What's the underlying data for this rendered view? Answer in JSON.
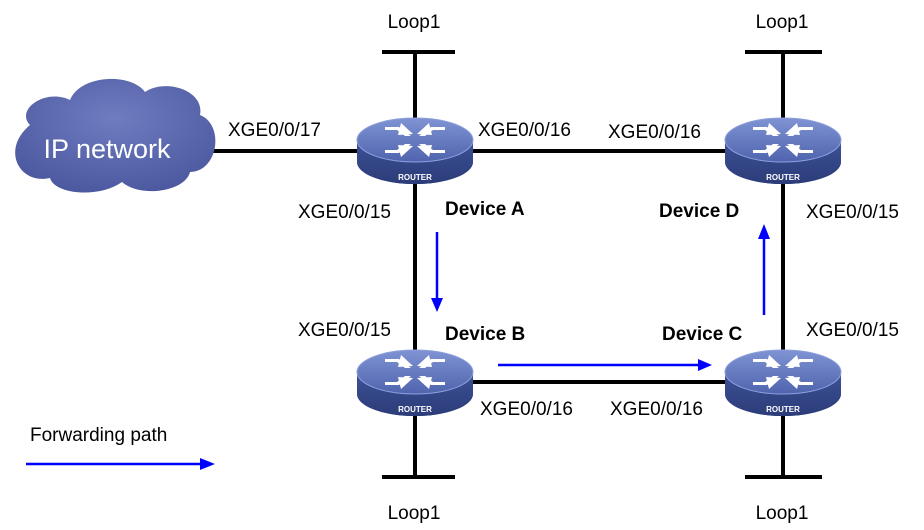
{
  "cloud": {
    "label": "IP network"
  },
  "router_text": "ROUTER",
  "devices": {
    "a": {
      "name": "Device A",
      "loop": "Loop1"
    },
    "b": {
      "name": "Device B",
      "loop": "Loop1"
    },
    "c": {
      "name": "Device C",
      "loop": "Loop1"
    },
    "d": {
      "name": "Device D",
      "loop": "Loop1"
    }
  },
  "interfaces": {
    "a_to_cloud": "XGE0/0/17",
    "a_to_d": "XGE0/0/16",
    "a_to_b": "XGE0/0/15",
    "d_to_a": "XGE0/0/16",
    "d_to_c": "XGE0/0/15",
    "b_to_a": "XGE0/0/15",
    "b_to_c": "XGE0/0/16",
    "c_to_b": "XGE0/0/16",
    "c_to_d": "XGE0/0/15"
  },
  "legend": {
    "label": "Forwarding path"
  },
  "colors": {
    "router_body": "#4a5fa5",
    "router_top": "#6a7fc4",
    "cloud": "#5563a8",
    "forwarding_path": "#0000ff",
    "link": "#000000"
  }
}
